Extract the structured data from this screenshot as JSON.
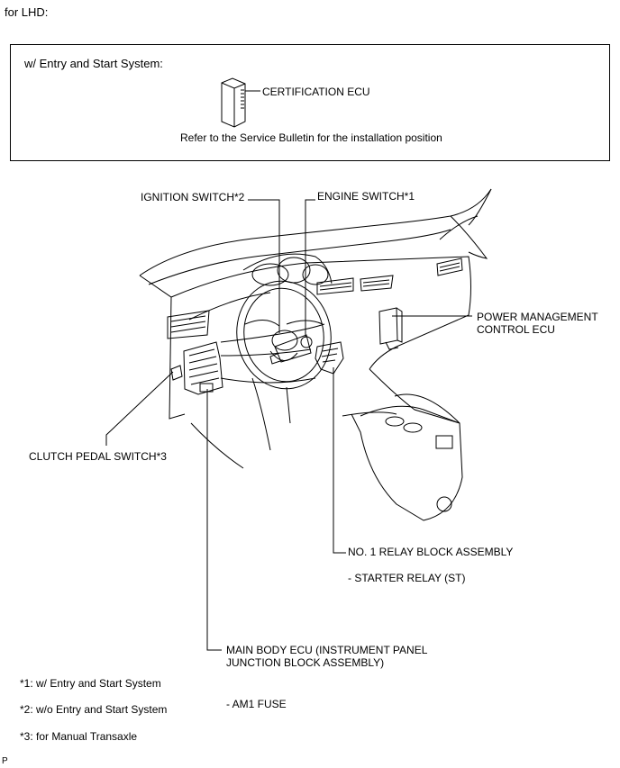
{
  "header": {
    "label": "for LHD:"
  },
  "inset": {
    "heading": "w/ Entry and Start System:",
    "ecu_label": "CERTIFICATION ECU",
    "note": "Refer to the Service Bulletin for the installation position"
  },
  "callouts": {
    "ignition_switch": "IGNITION SWITCH*2",
    "engine_switch": "ENGINE SWITCH*1",
    "power_mgmt_line1": "POWER MANAGEMENT",
    "power_mgmt_line2": "CONTROL ECU",
    "clutch_pedal_switch": "CLUTCH PEDAL SWITCH*3",
    "relay_block": "NO. 1 RELAY BLOCK ASSEMBLY",
    "starter_relay": "- STARTER RELAY (ST)",
    "main_body_line1": "MAIN BODY ECU (INSTRUMENT PANEL",
    "main_body_line2": "JUNCTION BLOCK ASSEMBLY)",
    "am1_fuse": "- AM1 FUSE"
  },
  "footnotes": [
    "*1: w/ Entry and Start System",
    "*2: w/o Entry and Start System",
    "*3: for Manual Transaxle"
  ],
  "corner_mark": "P"
}
